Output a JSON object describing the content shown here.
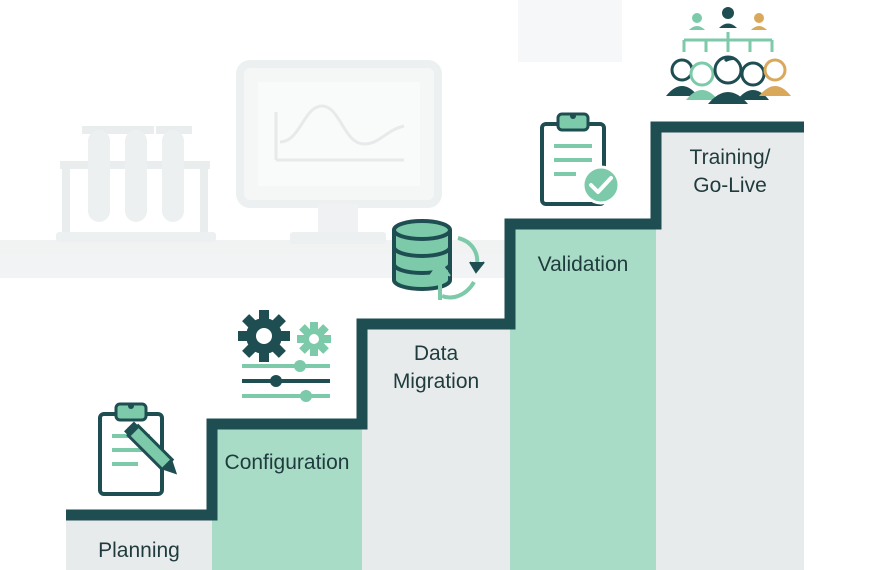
{
  "colors": {
    "stair_outline": "#1f4e52",
    "step_light": "#e8ebec",
    "step_mint": "#a8dcc6",
    "icon_dark": "#1f4e52",
    "icon_mint": "#7ccaa9",
    "icon_gold": "#d9a85a",
    "background_lab": "#eef1f2",
    "label_text": "#1f3b3d"
  },
  "steps": [
    {
      "label": "Planning",
      "icon": "clipboard-pencil-icon"
    },
    {
      "label": "Configuration",
      "icon": "gears-sliders-icon"
    },
    {
      "label": "Data\nMigration",
      "icon": "database-sync-icon"
    },
    {
      "label": "Validation",
      "icon": "clipboard-check-icon"
    },
    {
      "label": "Training/\nGo-Live",
      "icon": "team-hierarchy-icon"
    }
  ],
  "background_icons": [
    "test-tubes-icon",
    "computer-monitor-icon"
  ]
}
